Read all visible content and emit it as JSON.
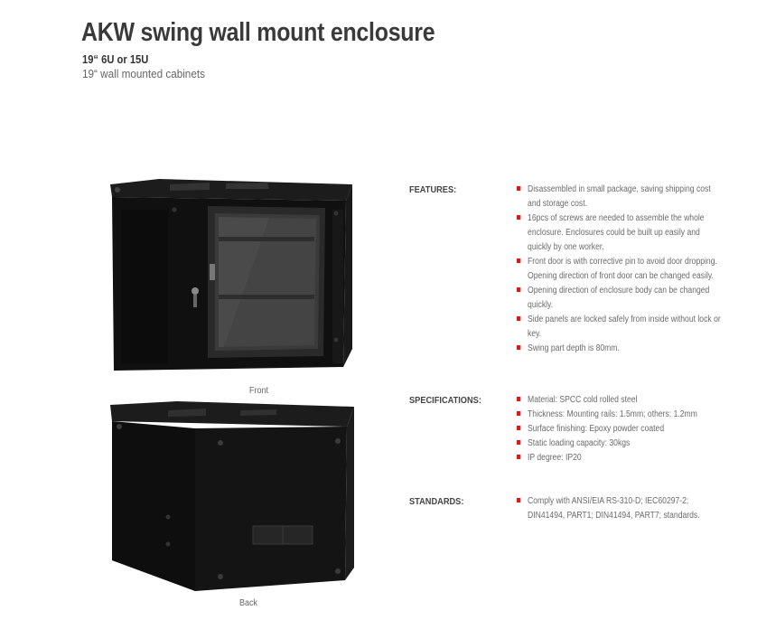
{
  "header": {
    "title": "AKW swing wall mount enclosure",
    "subtitle": "19“ 6U or 15U",
    "subline": "19“ wall mounted cabinets"
  },
  "images": {
    "front_caption": "Front",
    "back_caption": "Back"
  },
  "sections": {
    "features": {
      "label": "FEATURES:",
      "items": [
        "Disassembled in small package, saving shipping cost and storage cost.",
        "16pcs of screws are needed to assemble the whole enclosure. Enclosures could be built up easily and quickly by one worker.",
        "Front door is with corrective pin to avoid door dropping. Opening direction of front door can be changed easily.",
        "Opening direction of enclosure body can be changed quickly.",
        "Side panels are locked safely from inside without lock or key.",
        "Swing part depth is 80mm."
      ]
    },
    "specifications": {
      "label": "SPECIFICATIONS:",
      "items": [
        "Material: SPCC cold rolled steel",
        "Thickness: Mounting rails: 1.5mm; others: 1.2mm",
        "Surface finishing: Epoxy powder coated",
        "Static loading capacity: 30kgs",
        "IP degree: IP20"
      ]
    },
    "standards": {
      "label": "STANDARDS:",
      "items": [
        "Comply with ANSI/EIA RS-310-D; IEC60297-2; DIN41494, PART1; DIN41494, PART7; standards."
      ]
    }
  },
  "colors": {
    "bullet": "#d91c1c",
    "cabinet": "#121212"
  }
}
